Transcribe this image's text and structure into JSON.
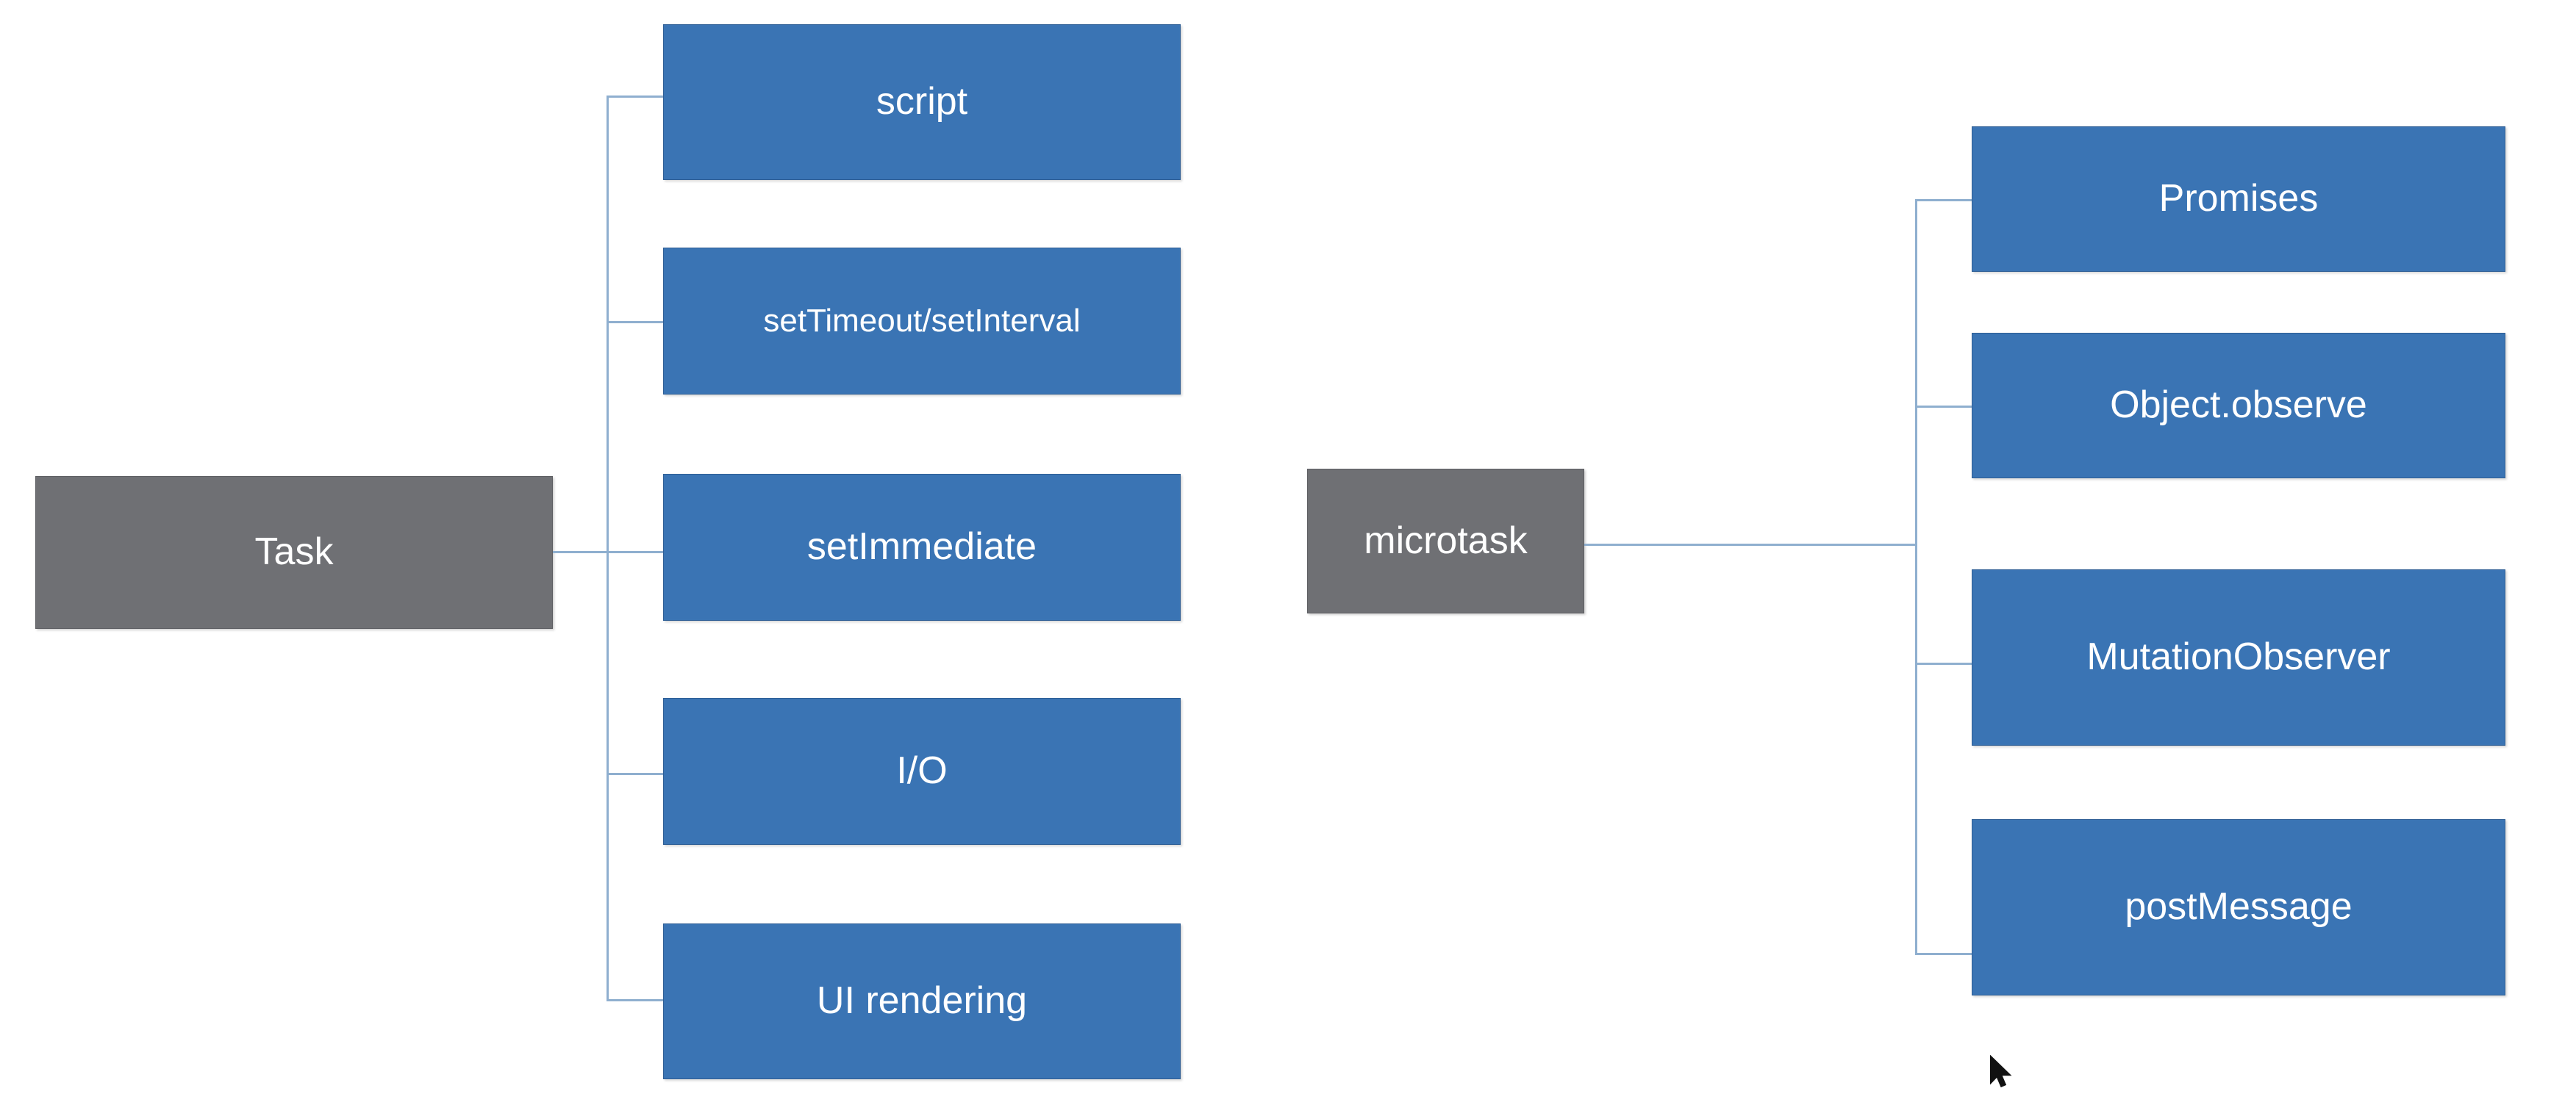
{
  "diagram": {
    "type": "tree",
    "background_color": "#ffffff",
    "root_color": "#6F7074",
    "leaf_color": "#3A74B4",
    "connector_color": "#8FAFCF",
    "groups": [
      {
        "id": "task-group",
        "root": {
          "label": "Task"
        },
        "children": [
          {
            "label": "script"
          },
          {
            "label": "setTimeout/setInterval"
          },
          {
            "label": "setImmediate"
          },
          {
            "label": "I/O"
          },
          {
            "label": "UI rendering"
          }
        ]
      },
      {
        "id": "microtask-group",
        "root": {
          "label": "microtask"
        },
        "children": [
          {
            "label": "Promises"
          },
          {
            "label": "Object.observe"
          },
          {
            "label": "MutationObserver"
          },
          {
            "label": "postMessage"
          }
        ]
      }
    ]
  },
  "pointer": {
    "label": "mouse-cursor"
  }
}
